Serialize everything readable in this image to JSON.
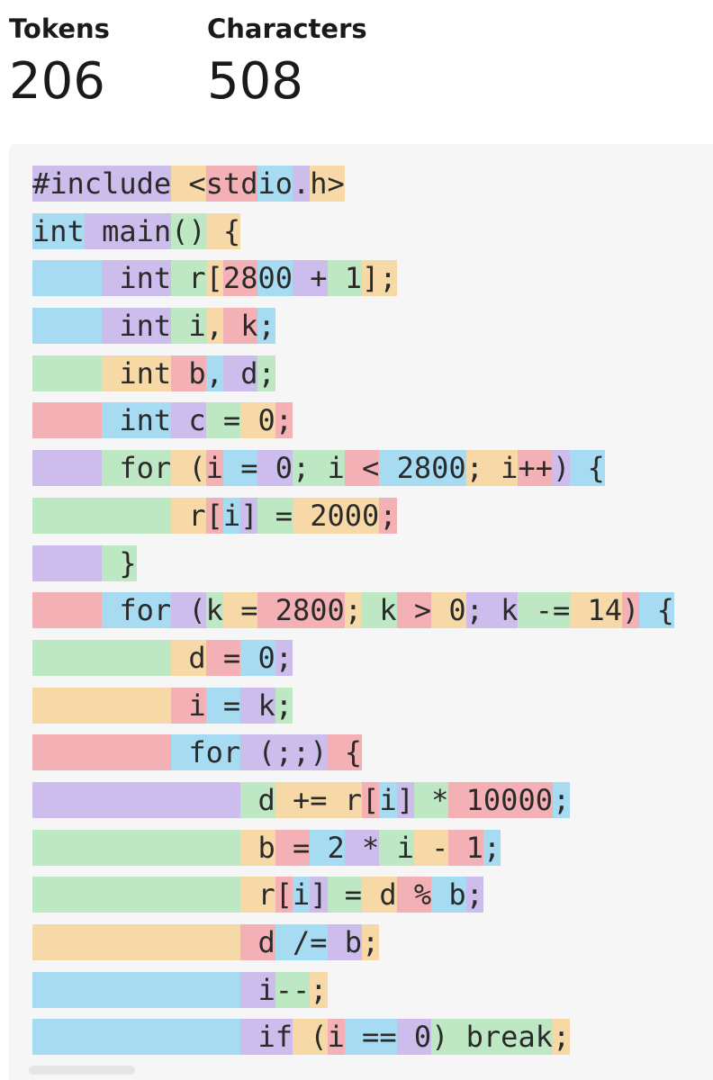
{
  "stats": {
    "tokens_label": "Tokens",
    "tokens_value": "206",
    "characters_label": "Characters",
    "characters_value": "508"
  },
  "colors": {
    "purple": "#cdbdec",
    "yellow": "#f7d9a8",
    "green": "#bde8c3",
    "red": "#f3b0b5",
    "blue": "#a6dbf2"
  },
  "lines": [
    [
      [
        "#include",
        "purple"
      ],
      [
        " <",
        "yellow"
      ],
      [
        "std",
        "red"
      ],
      [
        "io",
        "blue"
      ],
      [
        ".",
        "purple"
      ],
      [
        "h>",
        "yellow"
      ]
    ],
    [
      [
        "int",
        "blue"
      ],
      [
        " main",
        "purple"
      ],
      [
        "()",
        "green"
      ],
      [
        " {",
        "yellow"
      ]
    ],
    [
      [
        "    ",
        "blue"
      ],
      [
        " int",
        "purple"
      ],
      [
        " r",
        "green"
      ],
      [
        "[",
        "yellow"
      ],
      [
        "28",
        "red"
      ],
      [
        "00",
        "blue"
      ],
      [
        " +",
        "purple"
      ],
      [
        " 1",
        "green"
      ],
      [
        "];",
        "yellow"
      ]
    ],
    [
      [
        "    ",
        "blue"
      ],
      [
        " int",
        "purple"
      ],
      [
        " i",
        "green"
      ],
      [
        ",",
        "yellow"
      ],
      [
        " k",
        "red"
      ],
      [
        ";",
        "blue"
      ]
    ],
    [
      [
        "    ",
        "green"
      ],
      [
        " int",
        "yellow"
      ],
      [
        " b",
        "red"
      ],
      [
        ",",
        "blue"
      ],
      [
        " d",
        "purple"
      ],
      [
        ";",
        "green"
      ]
    ],
    [
      [
        "    ",
        "red"
      ],
      [
        " int",
        "blue"
      ],
      [
        " c",
        "purple"
      ],
      [
        " =",
        "green"
      ],
      [
        " 0",
        "yellow"
      ],
      [
        ";",
        "red"
      ]
    ],
    [
      [
        "    ",
        "purple"
      ],
      [
        " for",
        "green"
      ],
      [
        " (",
        "yellow"
      ],
      [
        "i",
        "red"
      ],
      [
        " =",
        "blue"
      ],
      [
        " 0",
        "purple"
      ],
      [
        ";",
        "green"
      ],
      [
        " i",
        "green"
      ],
      [
        " <",
        "red"
      ],
      [
        " 2800",
        "blue"
      ],
      [
        ";",
        "yellow"
      ],
      [
        " i",
        "yellow"
      ],
      [
        "++",
        "red"
      ],
      [
        ")",
        "purple"
      ],
      [
        " {",
        "blue"
      ]
    ],
    [
      [
        "        ",
        "green"
      ],
      [
        " r",
        "yellow"
      ],
      [
        "[",
        "red"
      ],
      [
        "i",
        "blue"
      ],
      [
        "]",
        "purple"
      ],
      [
        " =",
        "green"
      ],
      [
        " 2000",
        "yellow"
      ],
      [
        ";",
        "red"
      ]
    ],
    [
      [
        "    ",
        "purple"
      ],
      [
        " }",
        "green"
      ]
    ],
    [
      [
        "    ",
        "red"
      ],
      [
        " for",
        "blue"
      ],
      [
        " (",
        "purple"
      ],
      [
        "k",
        "green"
      ],
      [
        " =",
        "yellow"
      ],
      [
        " 2800",
        "red"
      ],
      [
        ";",
        "yellow"
      ],
      [
        " k",
        "green"
      ],
      [
        " >",
        "red"
      ],
      [
        " 0",
        "yellow"
      ],
      [
        ";",
        "purple"
      ],
      [
        " k",
        "purple"
      ],
      [
        " -=",
        "green"
      ],
      [
        " 14",
        "yellow"
      ],
      [
        ")",
        "red"
      ],
      [
        " {",
        "blue"
      ]
    ],
    [
      [
        "        ",
        "green"
      ],
      [
        " d",
        "yellow"
      ],
      [
        " =",
        "red"
      ],
      [
        " 0",
        "blue"
      ],
      [
        ";",
        "purple"
      ]
    ],
    [
      [
        "        ",
        "yellow"
      ],
      [
        " i",
        "red"
      ],
      [
        " =",
        "blue"
      ],
      [
        " k",
        "purple"
      ],
      [
        ";",
        "green"
      ]
    ],
    [
      [
        "        ",
        "red"
      ],
      [
        " for",
        "blue"
      ],
      [
        " (;;)",
        "purple"
      ],
      [
        " {",
        "red"
      ]
    ],
    [
      [
        "            ",
        "purple"
      ],
      [
        " d",
        "green"
      ],
      [
        " +=",
        "yellow"
      ],
      [
        " r",
        "yellow"
      ],
      [
        "[",
        "red"
      ],
      [
        "i",
        "blue"
      ],
      [
        "]",
        "purple"
      ],
      [
        " *",
        "green"
      ],
      [
        " 10000",
        "red"
      ],
      [
        ";",
        "blue"
      ]
    ],
    [
      [
        "            ",
        "green"
      ],
      [
        " b",
        "yellow"
      ],
      [
        " =",
        "red"
      ],
      [
        " 2",
        "blue"
      ],
      [
        " *",
        "purple"
      ],
      [
        " i",
        "green"
      ],
      [
        " -",
        "yellow"
      ],
      [
        " 1",
        "red"
      ],
      [
        ";",
        "blue"
      ]
    ],
    [
      [
        "            ",
        "green"
      ],
      [
        " r",
        "yellow"
      ],
      [
        "[",
        "red"
      ],
      [
        "i",
        "blue"
      ],
      [
        "]",
        "purple"
      ],
      [
        " =",
        "green"
      ],
      [
        " d",
        "yellow"
      ],
      [
        " %",
        "red"
      ],
      [
        " b",
        "blue"
      ],
      [
        ";",
        "purple"
      ]
    ],
    [
      [
        "            ",
        "yellow"
      ],
      [
        " d",
        "red"
      ],
      [
        " /=",
        "blue"
      ],
      [
        " b",
        "purple"
      ],
      [
        ";",
        "yellow"
      ]
    ],
    [
      [
        "            ",
        "blue"
      ],
      [
        " i",
        "purple"
      ],
      [
        "--",
        "green"
      ],
      [
        ";",
        "yellow"
      ]
    ],
    [
      [
        "            ",
        "blue"
      ],
      [
        " if",
        "purple"
      ],
      [
        " (",
        "yellow"
      ],
      [
        "i",
        "red"
      ],
      [
        " ==",
        "blue"
      ],
      [
        " 0",
        "purple"
      ],
      [
        ")",
        "green"
      ],
      [
        " break",
        "green"
      ],
      [
        ";",
        "yellow"
      ]
    ]
  ]
}
